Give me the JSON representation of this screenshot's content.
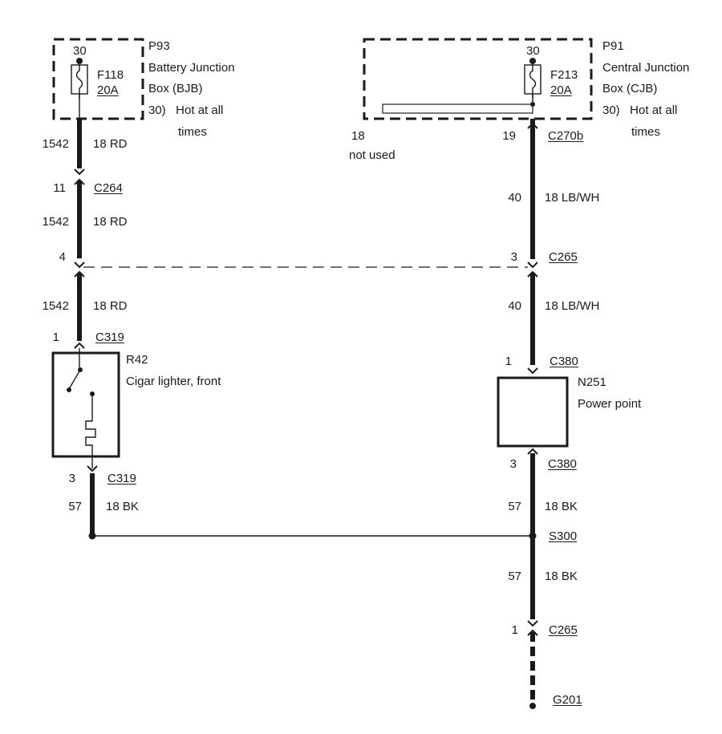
{
  "left": {
    "module": {
      "pin": "30",
      "id": "P93",
      "name_line1": "Battery Junction",
      "name_line2": "Box (BJB)",
      "note_line1": "30)   Hot at all",
      "note_line2": "times"
    },
    "fuse": {
      "id": "F118",
      "rating": "20A"
    },
    "wires": [
      {
        "circuit": "1542",
        "gauge_color": "18 RD"
      },
      {
        "circuit": "1542",
        "gauge_color": "18 RD"
      },
      {
        "circuit": "1542",
        "gauge_color": "18 RD"
      },
      {
        "circuit": "57",
        "gauge_color": "18 BK"
      }
    ],
    "connectors": [
      {
        "pin": "11",
        "id": "C264"
      },
      {
        "pin": "4"
      },
      {
        "pin": "1",
        "id": "C319"
      },
      {
        "pin": "3",
        "id": "C319"
      }
    ],
    "device": {
      "id": "R42",
      "name": "Cigar lighter, front"
    }
  },
  "right": {
    "module": {
      "pin": "30",
      "id": "P91",
      "name_line1": "Central Junction",
      "name_line2": "Box (CJB)",
      "note_line1": "30)   Hot at all",
      "note_line2": "times"
    },
    "fuse": {
      "id": "F213",
      "rating": "20A"
    },
    "unused": {
      "pin": "18",
      "label": "not used"
    },
    "wires": [
      {
        "circuit": "40",
        "gauge_color": "18 LB/WH"
      },
      {
        "circuit": "40",
        "gauge_color": "18 LB/WH"
      },
      {
        "circuit": "57",
        "gauge_color": "18 BK"
      },
      {
        "circuit": "57",
        "gauge_color": "18 BK"
      }
    ],
    "connectors": [
      {
        "pin": "19",
        "id": "C270b"
      },
      {
        "pin": "3",
        "id": "C265"
      },
      {
        "pin": "1",
        "id": "C380"
      },
      {
        "pin": "3",
        "id": "C380"
      },
      {
        "pin": "1",
        "id": "C265"
      }
    ],
    "device": {
      "id": "N251",
      "name": "Power point"
    },
    "splice": {
      "id": "S300"
    },
    "ground": {
      "id": "G201"
    }
  },
  "colors": {
    "ink": "#1a1a1a",
    "background": "#ffffff"
  }
}
